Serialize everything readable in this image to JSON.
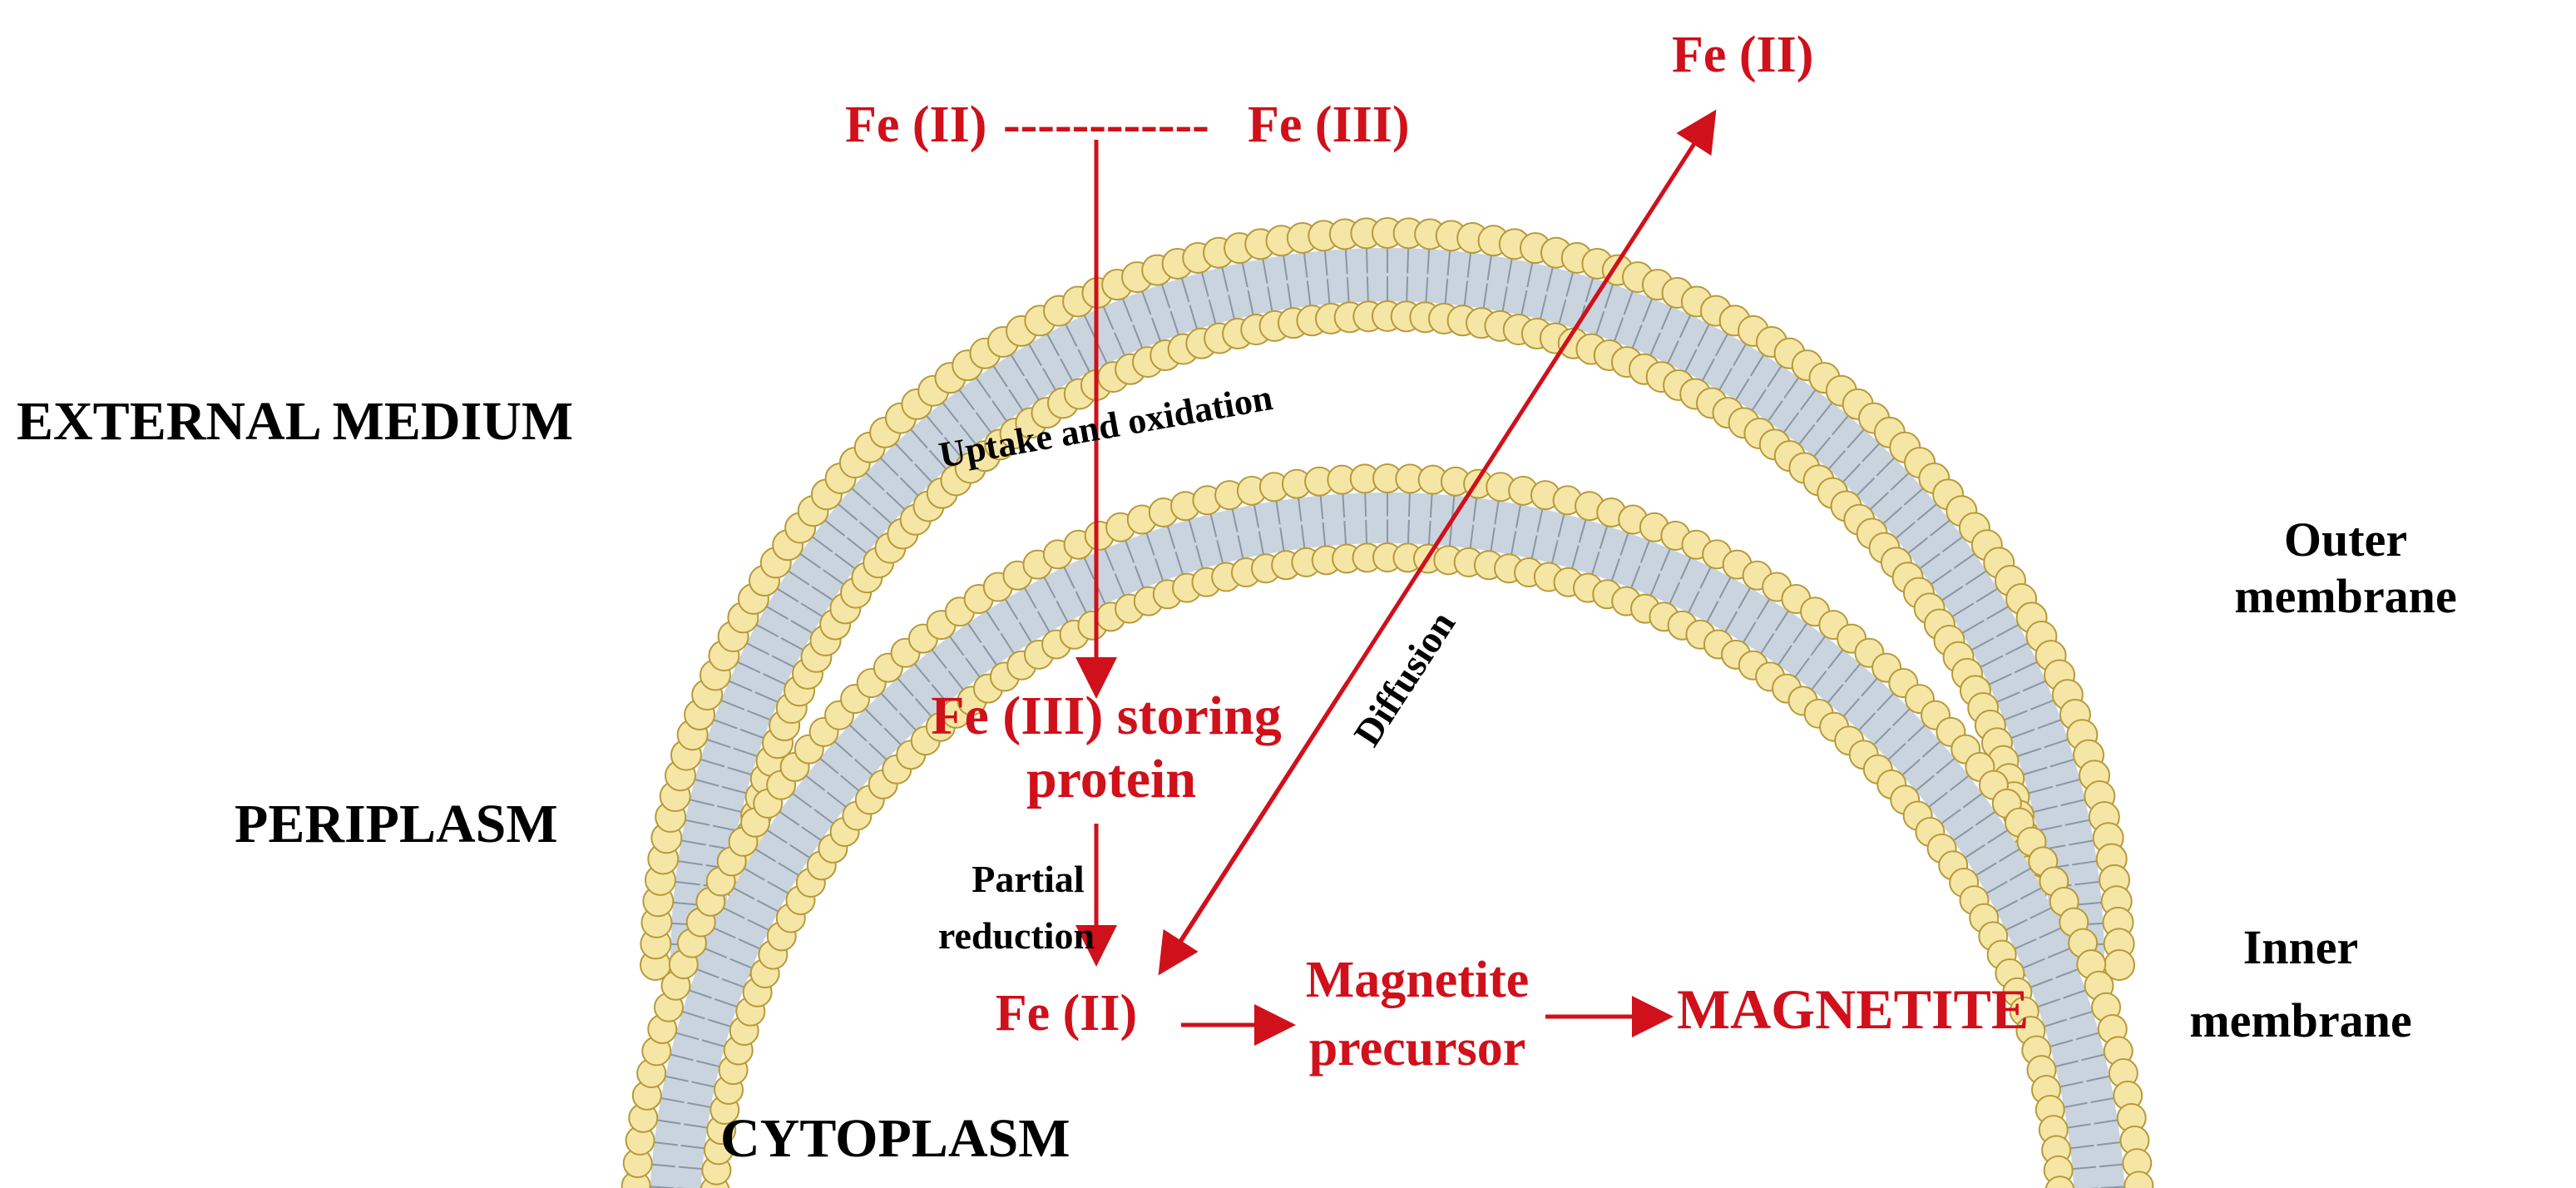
{
  "colors": {
    "accent_red": "#d0101a",
    "phospholipid_head_fill": "#f6e6a6",
    "phospholipid_head_stroke": "#b89a3a",
    "membrane_core": "#c9d4df",
    "label_black": "#000000"
  },
  "regions": {
    "external_medium": "EXTERNAL MEDIUM",
    "periplasm": "PERIPLASM",
    "cytoplasm": "CYTOPLASM"
  },
  "membranes": {
    "outer_line1": "Outer",
    "outer_line2": "membrane",
    "inner_line1": "Inner",
    "inner_line2": "membrane"
  },
  "species": {
    "fe2_top_left": "Fe (II)",
    "fe_dashes": "------------",
    "fe3_top": "Fe (III)",
    "fe2_external": "Fe (II)",
    "storing_line1": "Fe (III) storing",
    "storing_line2": "protein",
    "fe2_cytoplasm": "Fe (II)",
    "precursor_line1": "Magnetite",
    "precursor_line2": "precursor",
    "magnetite": "MAGNETITE"
  },
  "processes": {
    "uptake": "Uptake and oxidation",
    "diffusion": "Diffusion",
    "partial_line1": "Partial",
    "partial_line2": "reduction"
  }
}
